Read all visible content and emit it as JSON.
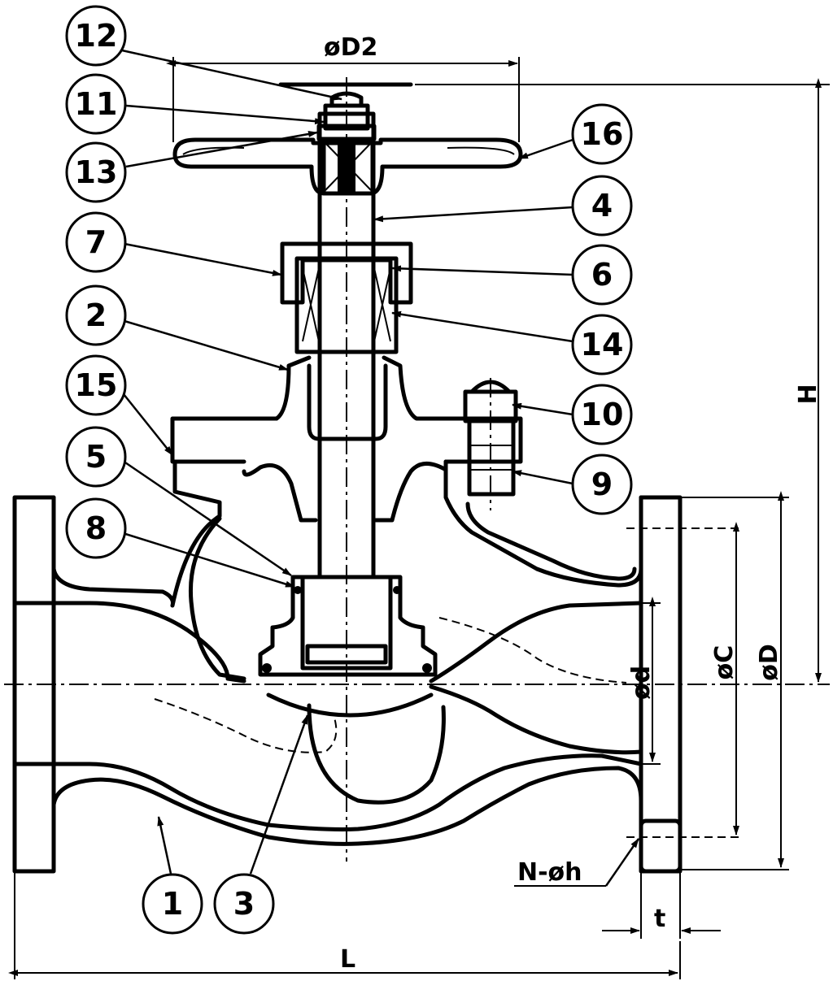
{
  "balloons": [
    {
      "id": "b12",
      "label": "12"
    },
    {
      "id": "b11",
      "label": "11"
    },
    {
      "id": "b13",
      "label": "13"
    },
    {
      "id": "b7",
      "label": "7"
    },
    {
      "id": "b2",
      "label": "2"
    },
    {
      "id": "b15",
      "label": "15"
    },
    {
      "id": "b5",
      "label": "5"
    },
    {
      "id": "b8",
      "label": "8"
    },
    {
      "id": "b16",
      "label": "16"
    },
    {
      "id": "b4",
      "label": "4"
    },
    {
      "id": "b6",
      "label": "6"
    },
    {
      "id": "b14",
      "label": "14"
    },
    {
      "id": "b10",
      "label": "10"
    },
    {
      "id": "b9",
      "label": "9"
    },
    {
      "id": "b1",
      "label": "1"
    },
    {
      "id": "b3",
      "label": "3"
    }
  ],
  "dimensions": {
    "handwheel_diameter": "øD2",
    "height": "H",
    "bore_diameter": "ød",
    "bolt_circle_diameter": "øC",
    "flange_diameter": "øD",
    "bolt_holes": "N-øh",
    "flange_thickness": "t",
    "length": "L"
  }
}
